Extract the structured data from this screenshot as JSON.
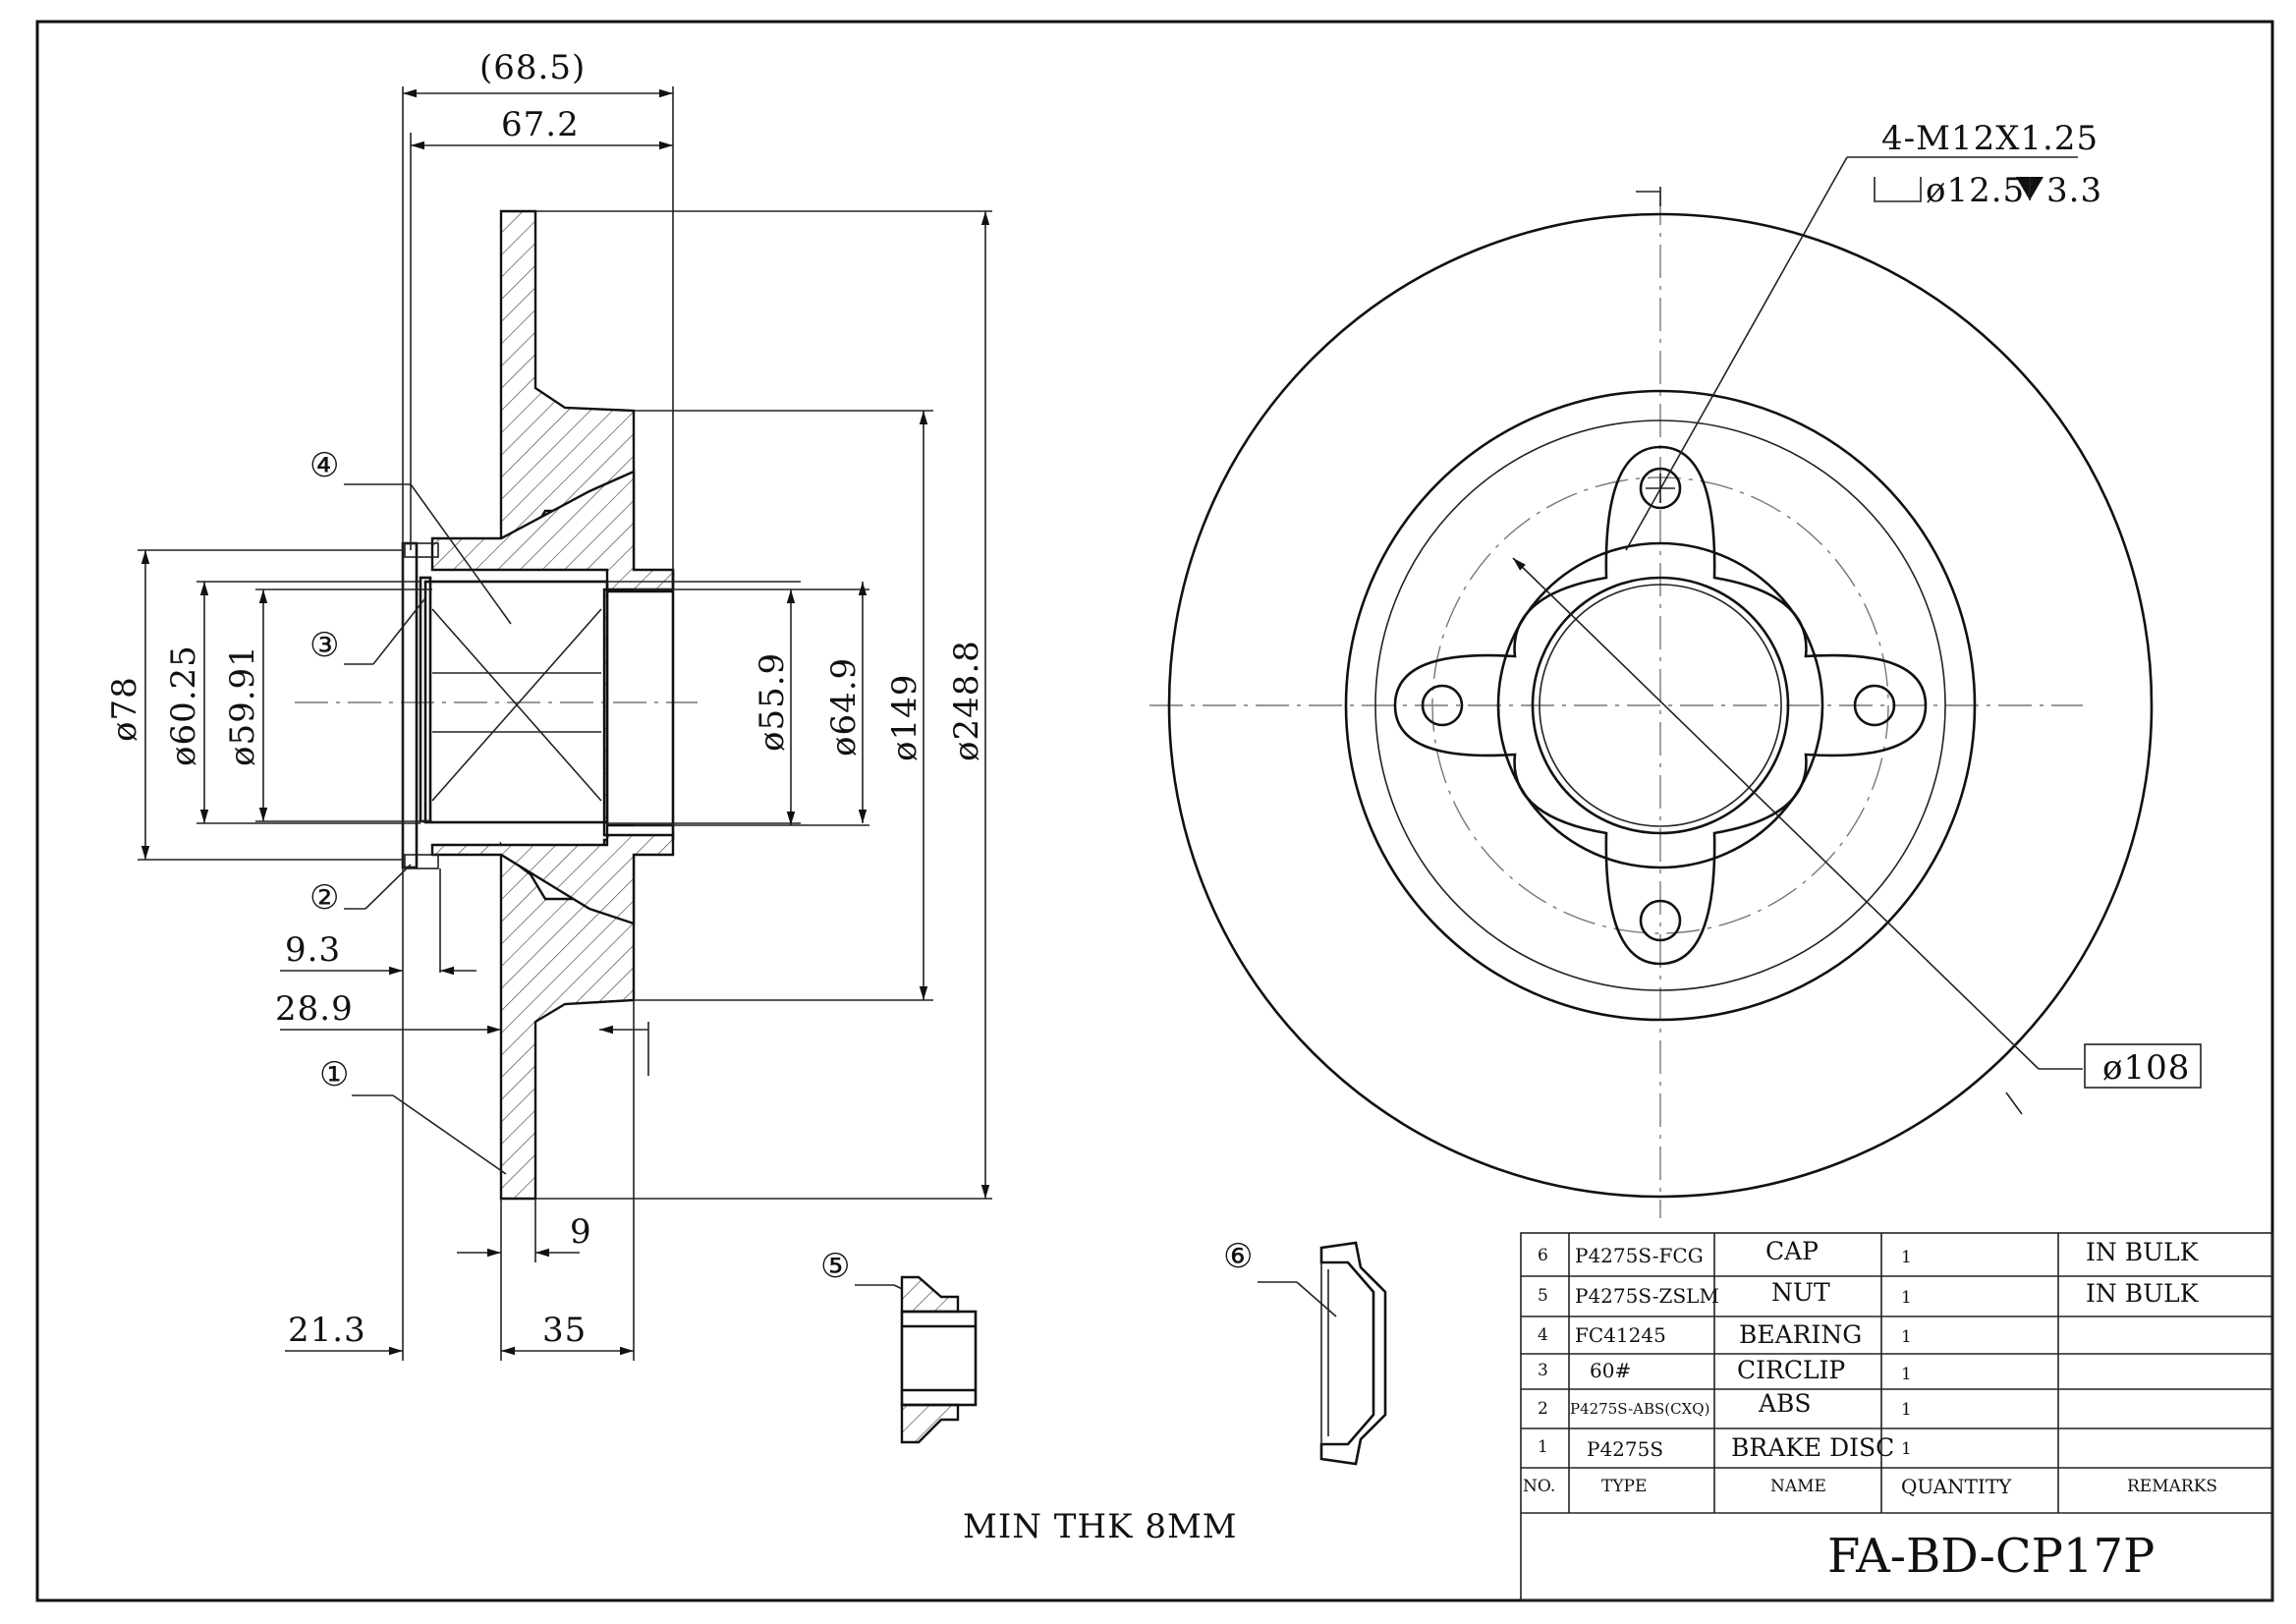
{
  "drawing": {
    "part_number": "FA-BD-CP17P",
    "note": "MIN THK 8MM",
    "color_line": "#111111"
  },
  "side_view": {
    "dimensions": {
      "overall_length_ref": "(68.5)",
      "overall_length": "67.2",
      "d78": "ø78",
      "d60_25": "ø60.25",
      "d59_91": "ø59.91",
      "d55_9": "ø55.9",
      "d64_9": "ø64.9",
      "d149": "ø149",
      "d248_8": "ø248.8",
      "off_9_3": "9.3",
      "off_28_9": "28.9",
      "thk_9": "9",
      "off_21_3": "21.3",
      "off_35": "35"
    },
    "balloons": [
      "①",
      "②",
      "③",
      "④"
    ]
  },
  "front_view": {
    "thread_callout": "4-M12X1.25",
    "counterbore_callout": "ø12.5",
    "depth_value": "3.3",
    "pcd": "ø108"
  },
  "detail_balloons": {
    "nut": "⑤",
    "cap": "⑥"
  },
  "bom": {
    "headers": [
      "NO.",
      "TYPE",
      "NAME",
      "QUANTITY",
      "REMARKS"
    ],
    "rows": [
      {
        "no": "6",
        "type": "P4275S-FCG",
        "name": "CAP",
        "qty": "1",
        "remarks": "IN BULK"
      },
      {
        "no": "5",
        "type": "P4275S-ZSLM",
        "name": "NUT",
        "qty": "1",
        "remarks": "IN BULK"
      },
      {
        "no": "4",
        "type": "FC41245",
        "name": "BEARING",
        "qty": "1",
        "remarks": ""
      },
      {
        "no": "3",
        "type": "60#",
        "name": "CIRCLIP",
        "qty": "1",
        "remarks": ""
      },
      {
        "no": "2",
        "type": "P4275S-ABS(CXQ)",
        "name": "ABS",
        "qty": "1",
        "remarks": ""
      },
      {
        "no": "1",
        "type": "P4275S",
        "name": "BRAKE DISC",
        "qty": "1",
        "remarks": ""
      }
    ]
  }
}
